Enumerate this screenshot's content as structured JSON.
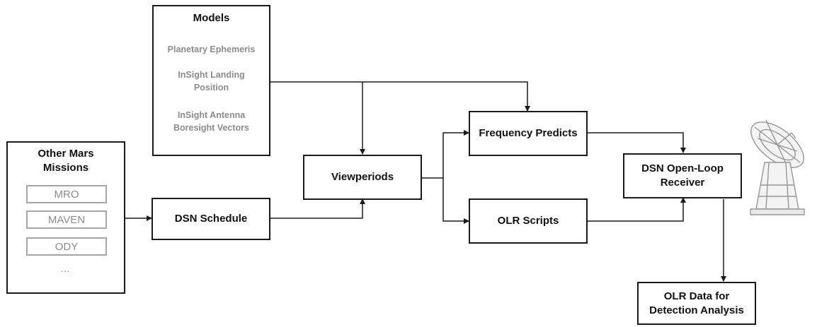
{
  "models": {
    "title": "Models",
    "items": [
      "Planetary Ephemeris",
      "InSight Landing\nPosition",
      "InSight Antenna\nBoresight Vectors"
    ]
  },
  "other_missions": {
    "title": "Other Mars\nMissions",
    "items": [
      "MRO",
      "MAVEN",
      "ODY"
    ],
    "more": "..."
  },
  "nodes": {
    "dsn_schedule": "DSN Schedule",
    "viewperiods": "Viewperiods",
    "frequency_predicts": "Frequency Predicts",
    "olr_scripts": "OLR Scripts",
    "dsn_receiver": "DSN Open-Loop\nReceiver",
    "olr_data": "OLR Data for\nDetection Analysis"
  },
  "icons": {
    "antenna": "dsn-antenna-icon"
  },
  "colors": {
    "line": "#1a1a1a",
    "muted_text": "#8c8c8c",
    "muted_border": "#a6a6a6"
  }
}
